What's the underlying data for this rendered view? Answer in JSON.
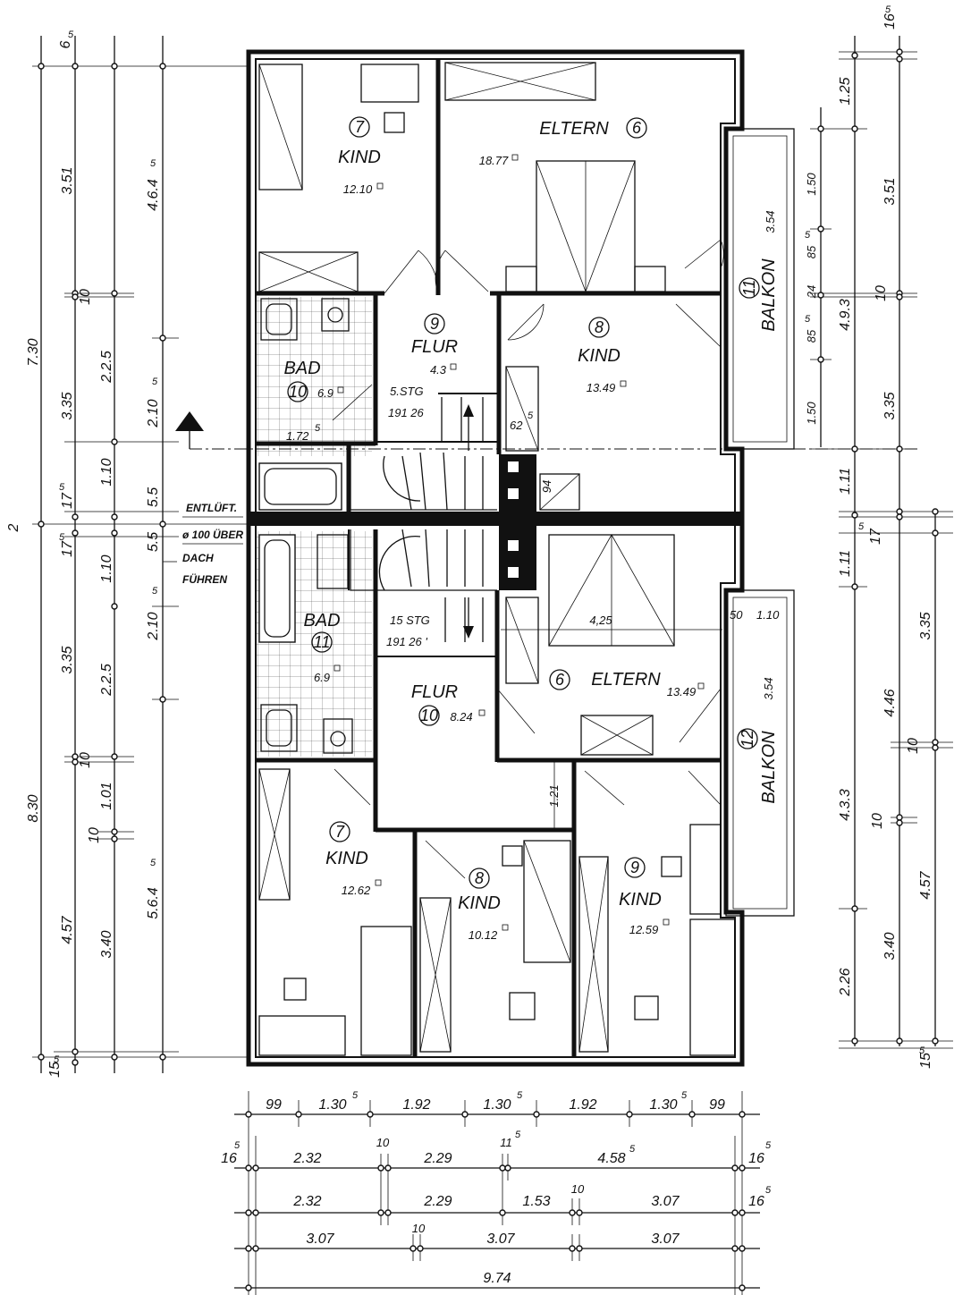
{
  "rooms": {
    "kind_7_top": {
      "number": "7",
      "name": "KIND",
      "area": "12.10"
    },
    "eltern_6_top": {
      "number": "6",
      "name": "ELTERN",
      "area": "18.77"
    },
    "balkon_11": {
      "number": "11",
      "name": "BALKON",
      "area": "3.54"
    },
    "flur_9": {
      "number": "9",
      "name": "FLUR",
      "area": "4.3"
    },
    "kind_8_top": {
      "number": "8",
      "name": "KIND",
      "area": "13.49"
    },
    "bad_10": {
      "number": "10",
      "name": "BAD",
      "area": "6.9"
    },
    "bad_11": {
      "number": "11",
      "name": "BAD",
      "area": "6.9"
    },
    "flur_10": {
      "number": "10",
      "name": "FLUR",
      "area": "8.24"
    },
    "eltern_6_bottom": {
      "number": "6",
      "name": "ELTERN",
      "area": "13.49"
    },
    "balkon_12": {
      "number": "12",
      "name": "BALKON",
      "area": "3.54"
    },
    "kind_7_bottom": {
      "number": "7",
      "name": "KIND",
      "area": "12.62"
    },
    "kind_8_bottom": {
      "number": "8",
      "name": "KIND",
      "area": "10.12"
    },
    "kind_9_bottom": {
      "number": "9",
      "name": "KIND",
      "area": "12.59"
    }
  },
  "stairs": {
    "upper_label": "5.STG",
    "upper_spec": "191 26",
    "lower_label": "15 STG",
    "lower_spec": "191 26 '"
  },
  "notes": {
    "vent_line1": "ENTLÜFT.",
    "vent_line2": "ø 100 ÜBER",
    "vent_line3": "DACH",
    "vent_line4": "FÜHREN"
  },
  "inner_dims": {
    "d_1725": "1.72",
    "d_1725_sup": "5",
    "d_625": "62",
    "d_625_sup": "5",
    "d_94": "94",
    "d_121": "1.21",
    "d_425": "4,25",
    "d_50": "50",
    "d_110": "1.10"
  },
  "left_dims": {
    "col1": [
      "6",
      "3.51",
      "10",
      "3.35",
      "17",
      "17",
      "3.35",
      "10",
      "4.57",
      "15"
    ],
    "col1_sup": {
      "top": "5",
      "a": "5",
      "b": "5",
      "bottom": "5"
    },
    "col2": [
      "2.2.5",
      "1.10",
      "1.10",
      "2.2.5",
      "1.01",
      "10",
      "3.40"
    ],
    "col3": [
      "4.6.4",
      "2.10",
      "5.5",
      "5.5",
      "2.10",
      "5.6.4"
    ],
    "col3_sup": [
      "5",
      "5",
      "5",
      "5"
    ],
    "overall": [
      "7.30",
      "2",
      "8.30"
    ]
  },
  "right_dims": {
    "top": "16",
    "top_sup": "5",
    "col_a": [
      "1.25",
      "3.51",
      "10",
      "3.35",
      "17",
      "1.11",
      "1.11",
      "4.3.3",
      "10",
      "2.26"
    ],
    "col_a_sup": [
      "5",
      "5"
    ],
    "col_b": [
      "1.50",
      "85",
      "24",
      "85",
      "1.50",
      "4.9.3"
    ],
    "col_b_sup": [
      "5",
      "5"
    ],
    "col_c": [
      "3.35",
      "4.46",
      "10",
      "4.57",
      "3.40"
    ],
    "bottom": "15",
    "bottom_sup": "5"
  },
  "bottom_dims": {
    "row1": [
      "99",
      "1.30",
      "1.92",
      "1.30",
      "1.92",
      "1.30",
      "99"
    ],
    "row1_sup": "5",
    "row2": [
      "16",
      "2.32",
      "10",
      "2.29",
      "11",
      "4.58",
      "16"
    ],
    "row2_sup": "5",
    "row3": [
      "2.32",
      "2.29",
      "1.53",
      "10",
      "3.07",
      "16"
    ],
    "row3_sup": "5",
    "row4": [
      "3.07",
      "10",
      "3.07",
      "3.07"
    ],
    "total": "9.74"
  }
}
